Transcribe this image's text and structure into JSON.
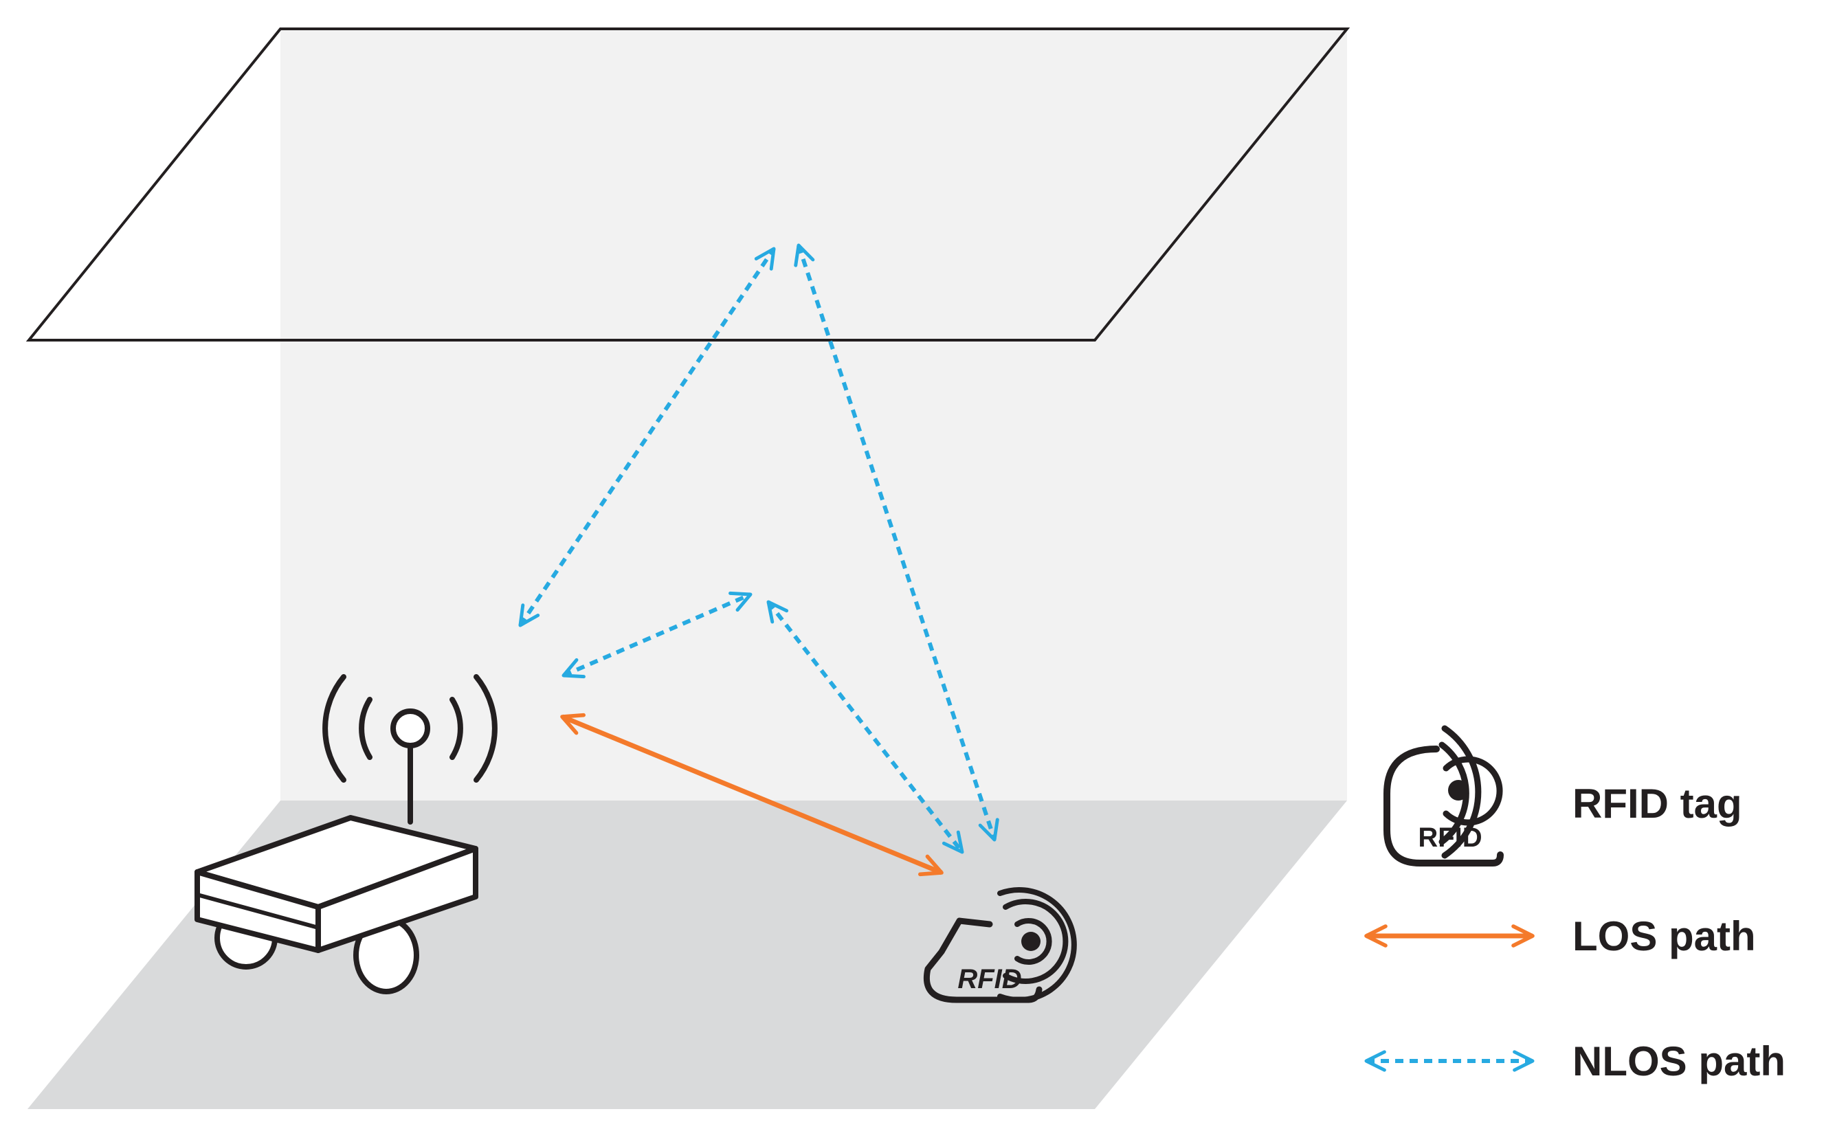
{
  "colors": {
    "los": "#f47a2b",
    "nlos": "#27aae1",
    "ink": "#231f20",
    "wall": "#f2f2f2",
    "floor": "#d9dadb"
  },
  "scene": {
    "tag_text": "RFID",
    "robot_icon": "robot-reader-icon",
    "tag_icon": "rfid-tag-icon"
  },
  "legend": {
    "tag": {
      "icon": "rfid-tag-icon",
      "icon_text": "RFID",
      "label": "RFID tag"
    },
    "los": {
      "icon": "solid-double-arrow-icon",
      "label": "LOS path"
    },
    "nlos": {
      "icon": "dashed-double-arrow-icon",
      "label": "NLOS path"
    }
  }
}
